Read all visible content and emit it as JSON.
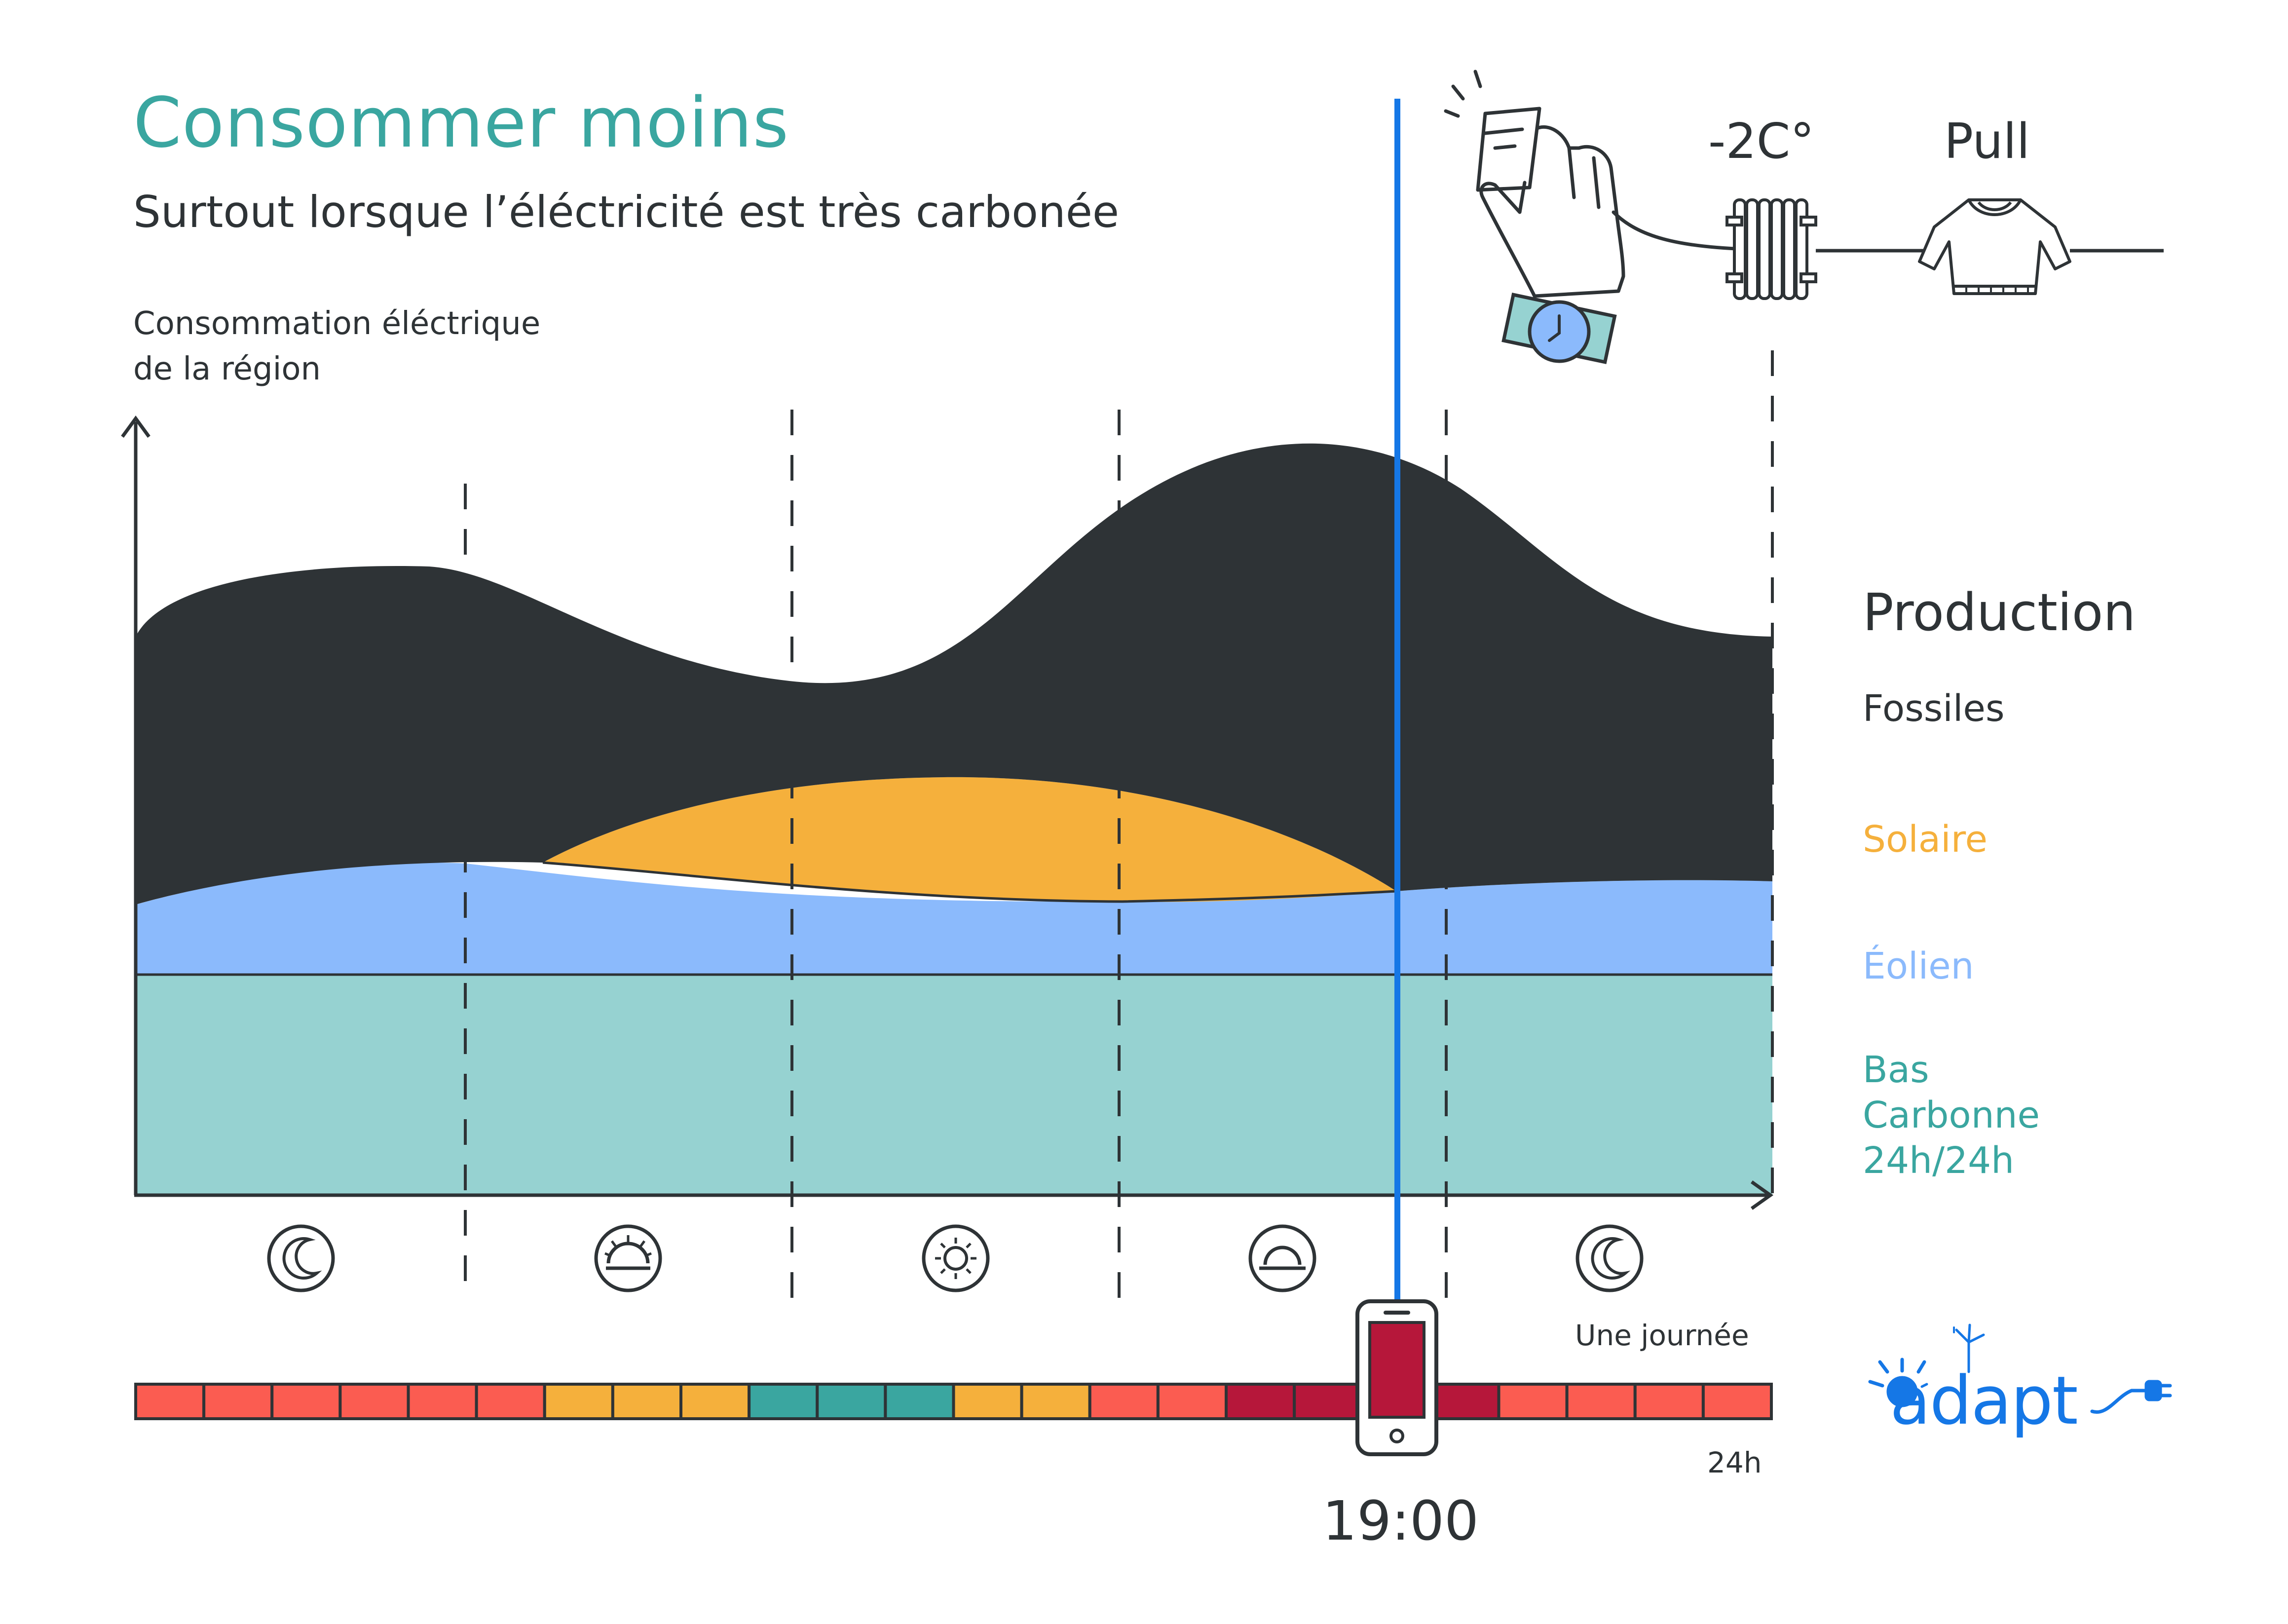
{
  "title": "Consommer moins",
  "subtitle": "Surtout lorsque l’éléctricité est très carbonée",
  "y_axis_label": "Consommation éléctrique\nde la région",
  "legend": {
    "title": "Production",
    "items": [
      {
        "key": "fossiles",
        "label": "Fossiles",
        "color": "#2e3336"
      },
      {
        "key": "solaire",
        "label": "Solaire",
        "color": "#f5b03c"
      },
      {
        "key": "eolien",
        "label": "Éolien",
        "color": "#8bbafc"
      },
      {
        "key": "bas",
        "label": "Bas\nCarbonne\n24h/24h",
        "color": "#3aa6a0"
      }
    ]
  },
  "actions": {
    "thermostat": "-2C°",
    "pull": "Pull"
  },
  "periods": [
    {
      "icon": "moon-icon"
    },
    {
      "icon": "sunrise-icon"
    },
    {
      "icon": "sun-icon"
    },
    {
      "icon": "sunset-icon"
    },
    {
      "icon": "moon-icon"
    }
  ],
  "timeline": {
    "label": "Une journée",
    "end_label": "24h",
    "current_time": "19:00",
    "colors": {
      "red": "#fb5c51",
      "yellow": "#f5b03c",
      "teal": "#3aa6a0",
      "crimson": "#b6173a"
    },
    "slots": [
      "red",
      "red",
      "red",
      "red",
      "red",
      "red",
      "yellow",
      "yellow",
      "yellow",
      "teal",
      "teal",
      "teal",
      "yellow",
      "yellow",
      "red",
      "red",
      "crimson",
      "crimson",
      "crimson",
      "crimson",
      "red",
      "red",
      "red",
      "red"
    ]
  },
  "colors": {
    "marker": "#1577e6",
    "fossil": "#2e3336",
    "solar": "#f5b03c",
    "wind": "#8bbafc",
    "base": "#96d2d1",
    "logo": "#1577e6"
  },
  "brand": "adapt"
}
